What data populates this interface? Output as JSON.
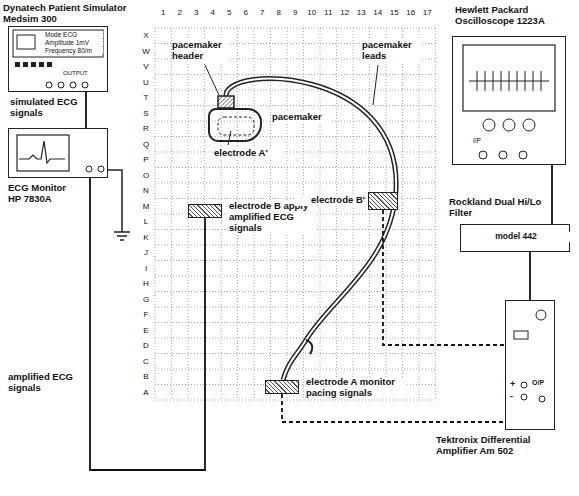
{
  "diagram": {
    "nodes": [
      {
        "text": [
          "Dynatech Patient Simulator Medsim 300",
          "Mode ECG",
          "Amplitude 1mV",
          "Frequency 80/m",
          "OUTPUT"
        ]
      },
      {
        "text": [
          "ECG Monitor HP 7830A"
        ]
      },
      {
        "text": [
          "Hewlett Packard Oscilloscope 1223A",
          "I/P"
        ]
      },
      {
        "text": [
          "Rockland Dual Hi/Lo Filter",
          "model 442"
        ]
      },
      {
        "text": [
          "Tektronix Differential Amplifier Am 502",
          "+",
          "-",
          "O/P"
        ]
      },
      {
        "text": [
          "pacemaker"
        ]
      },
      {
        "text": [
          "electrode B apply amplified ECG signals"
        ]
      },
      {
        "text": [
          "electrode B'"
        ]
      },
      {
        "text": [
          "electrode A monitor pacing signals"
        ]
      }
    ],
    "edges": [
      {
        "from": 0,
        "to": 1,
        "label": "simulated ECG signals",
        "arrow": "none"
      },
      {
        "from": 1,
        "to": 6,
        "label": "amplified ECG signals",
        "arrow": "none"
      },
      {
        "from": 8,
        "to": 4,
        "arrow": "none"
      },
      {
        "from": 7,
        "to": 4,
        "arrow": "none"
      },
      {
        "from": 4,
        "to": 3,
        "arrow": "none"
      },
      {
        "from": 3,
        "to": 2,
        "arrow": "none"
      }
    ],
    "labels": [
      "1",
      "2",
      "3",
      "4",
      "5",
      "6",
      "7",
      "8",
      "9",
      "10",
      "11",
      "12",
      "13",
      "14",
      "15",
      "16",
      "17",
      "X",
      "W",
      "V",
      "U",
      "T",
      "S",
      "R",
      "Q",
      "P",
      "O",
      "N",
      "M",
      "L",
      "K",
      "J",
      "I",
      "H",
      "G",
      "F",
      "E",
      "D",
      "C",
      "B",
      "A",
      "pacemaker header",
      "pacemaker leads",
      "electrode A'"
    ]
  }
}
